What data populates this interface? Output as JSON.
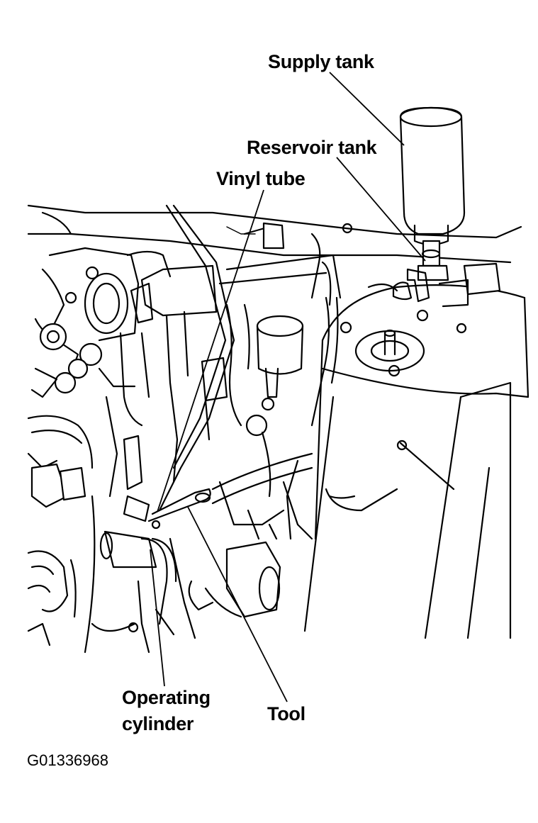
{
  "labels": {
    "supply_tank": "Supply tank",
    "reservoir_tank": "Reservoir tank",
    "vinyl_tube": "Vinyl tube",
    "operating_cylinder": "Operating cylinder",
    "tool": "Tool"
  },
  "figure_id": "G01336968",
  "colors": {
    "line": "#000000",
    "background": "#ffffff"
  }
}
